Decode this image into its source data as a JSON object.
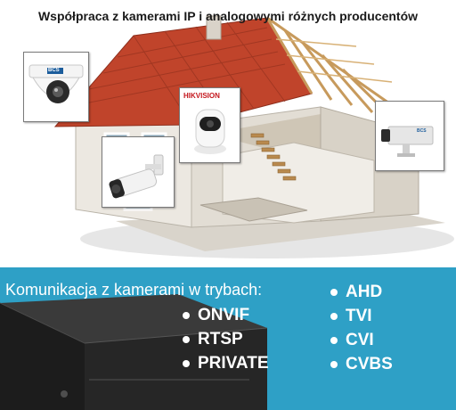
{
  "header": {
    "title": "Współpraca z kamerami IP i analogowymi różnych producentów"
  },
  "camera_thumbnails": {
    "dome_brand": "BCS",
    "ptz_brand": "HIKVISION",
    "box_brand": "BCS"
  },
  "protocols_panel": {
    "label": "Komunikacja z kamerami w trybach:",
    "network_modes": [
      "ONVIF",
      "RTSP",
      "PRIVATE"
    ],
    "analog_modes": [
      "AHD",
      "TVI",
      "CVI",
      "CVBS"
    ]
  },
  "colors": {
    "panel_background": "#2ea0c6",
    "roof_tiles": "#c0442b",
    "wall": "#e8e4dc",
    "text_light": "#ffffff"
  },
  "icons": [
    "dome-camera-icon",
    "bullet-camera-icon",
    "ptz-camera-icon",
    "box-camera-icon",
    "dvr-recorder-icon",
    "house-illustration"
  ]
}
